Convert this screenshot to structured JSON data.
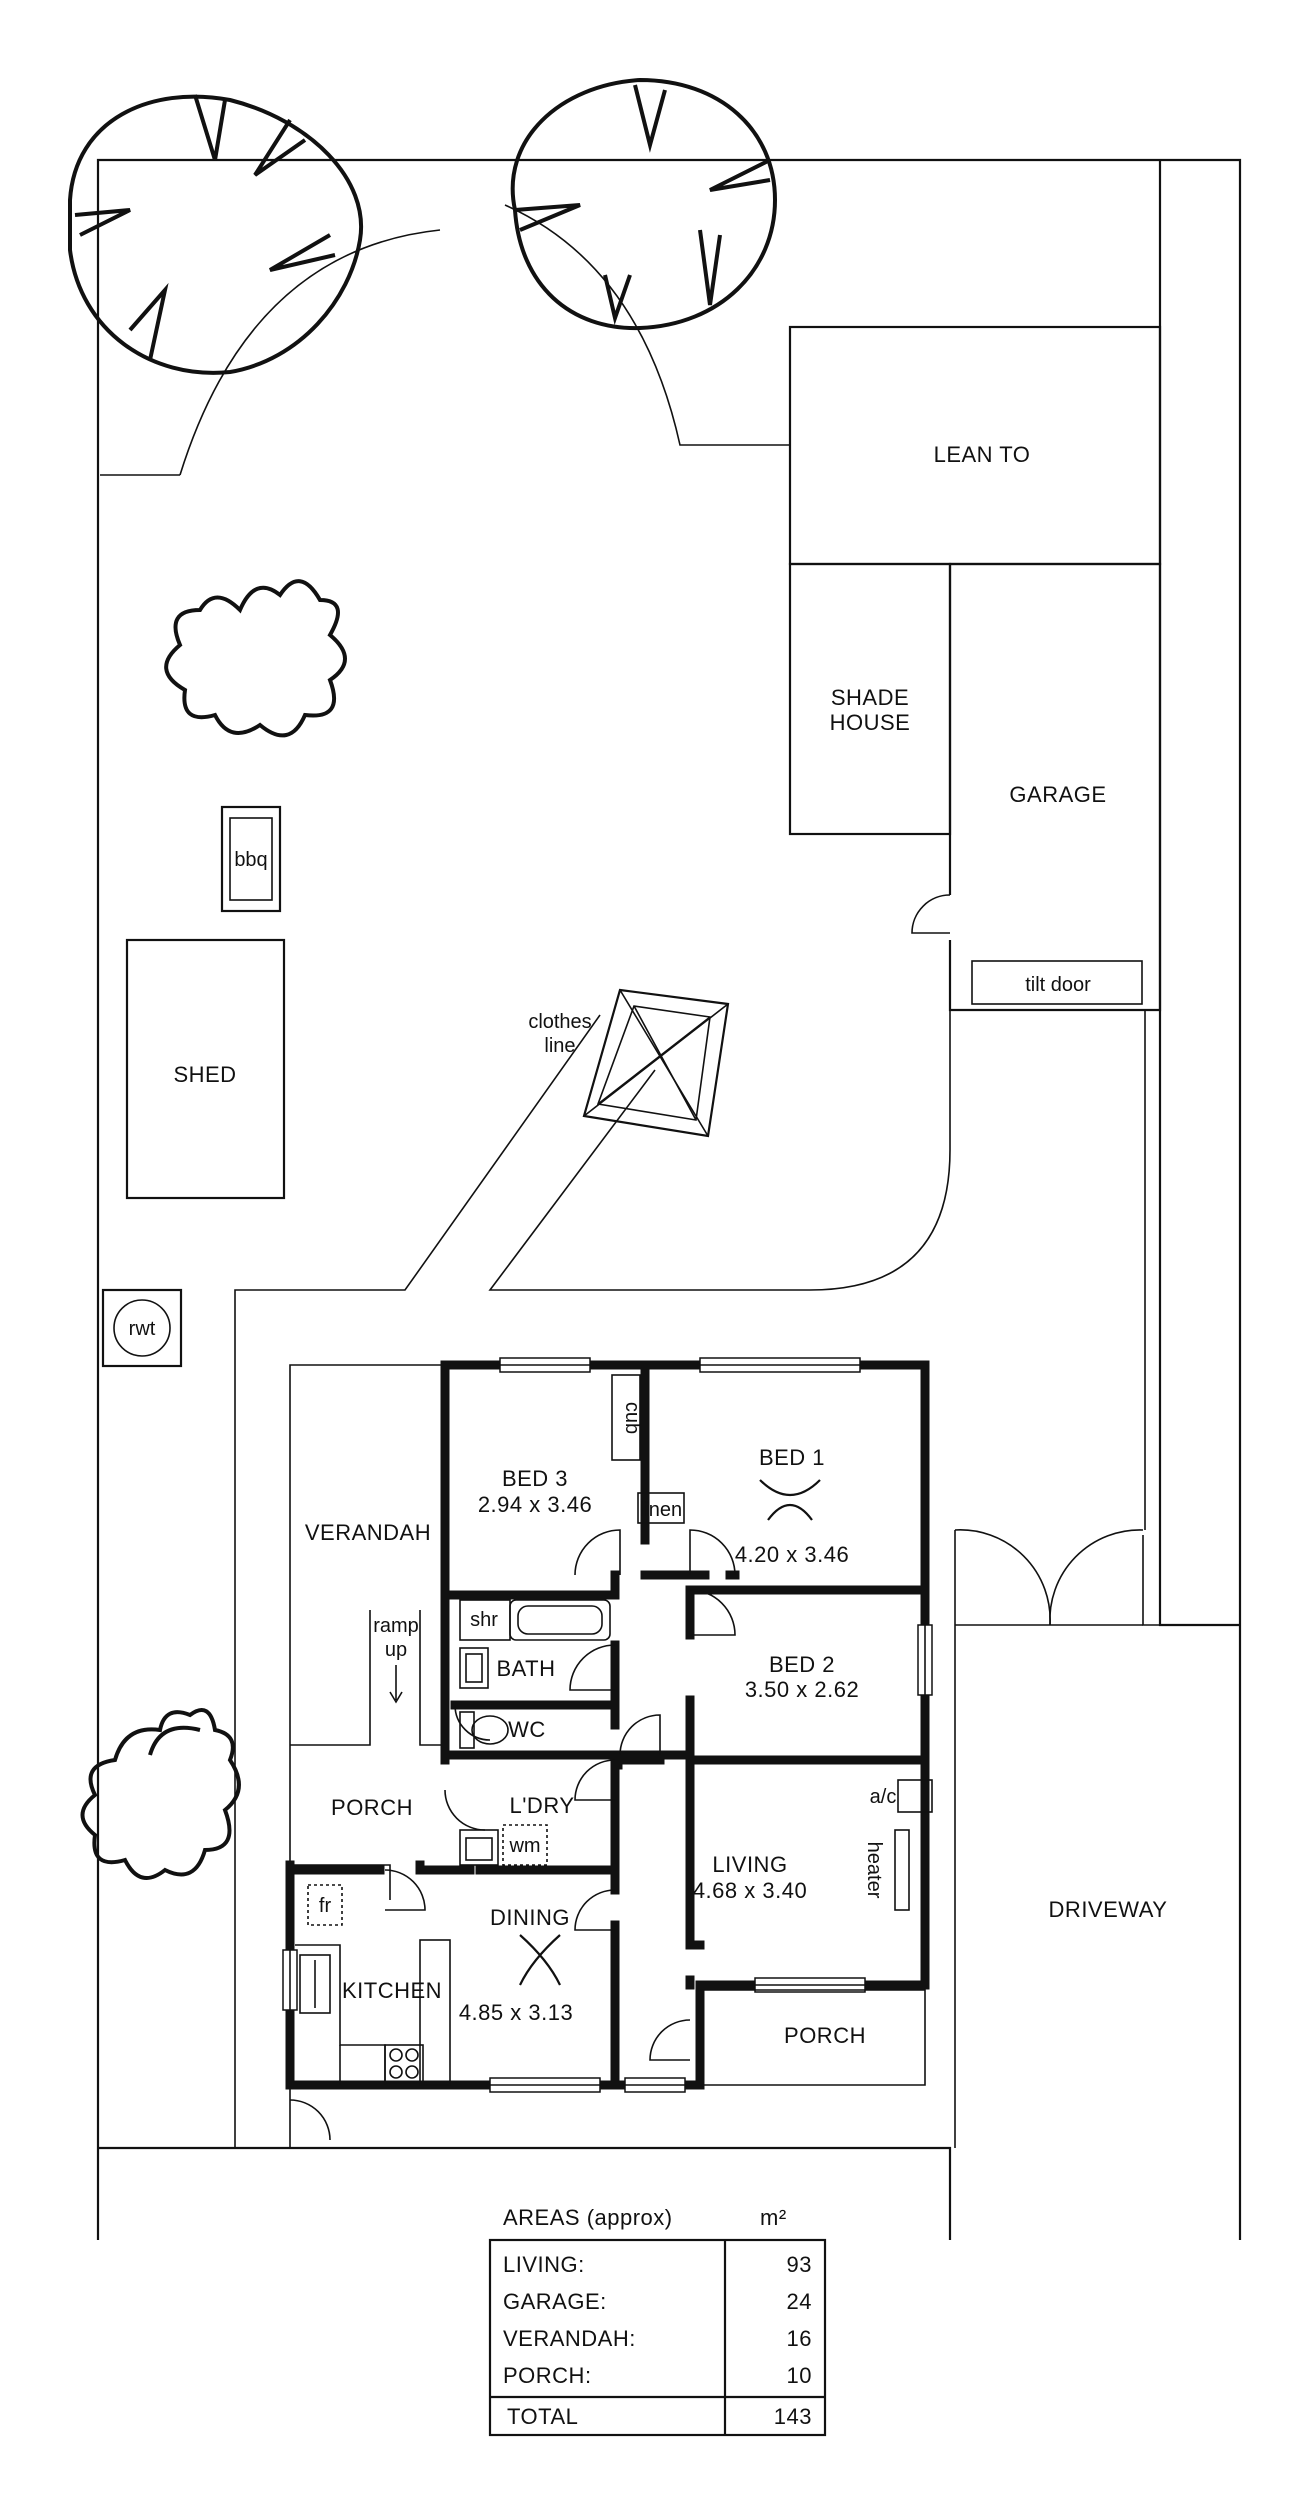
{
  "outdoor": {
    "lean_to": "LEAN TO",
    "shade_house_1": "SHADE",
    "shade_house_2": "HOUSE",
    "garage": "GARAGE",
    "tilt_door": "tilt door",
    "bbq": "bbq",
    "shed": "SHED",
    "clothes_line_1": "clothes",
    "clothes_line_2": "line",
    "rwt": "rwt",
    "driveway": "DRIVEWAY",
    "verandah": "VERANDAH",
    "ramp_1": "ramp",
    "ramp_2": "up"
  },
  "rooms": {
    "bed3": {
      "name": "BED 3",
      "size": "2.94 x 3.46"
    },
    "bed1": {
      "name": "BED 1",
      "size": "4.20 x 3.46"
    },
    "bed2": {
      "name": "BED 2",
      "size": "3.50 x 2.62"
    },
    "living": {
      "name": "LIVING",
      "size": "4.68 x 3.40"
    },
    "dining": {
      "name": "DINING",
      "size": "4.85 x 3.13"
    },
    "kitchen": "KITCHEN",
    "bath": "BATH",
    "wc": "WC",
    "laundry": "L'DRY",
    "porch_west": "PORCH",
    "porch_front": "PORCH",
    "cub": "cub",
    "linen": "linen",
    "shr": "shr",
    "wm": "wm",
    "fr": "fr",
    "ac": "a/c",
    "heater": "heater"
  },
  "areas": {
    "title": "AREAS (approx)",
    "unit": "m²",
    "rows": [
      {
        "label": "LIVING:",
        "value": "93"
      },
      {
        "label": "GARAGE:",
        "value": "24"
      },
      {
        "label": "VERANDAH:",
        "value": "16"
      },
      {
        "label": "PORCH:",
        "value": "10"
      }
    ],
    "total_label": "TOTAL",
    "total_value": "143"
  }
}
